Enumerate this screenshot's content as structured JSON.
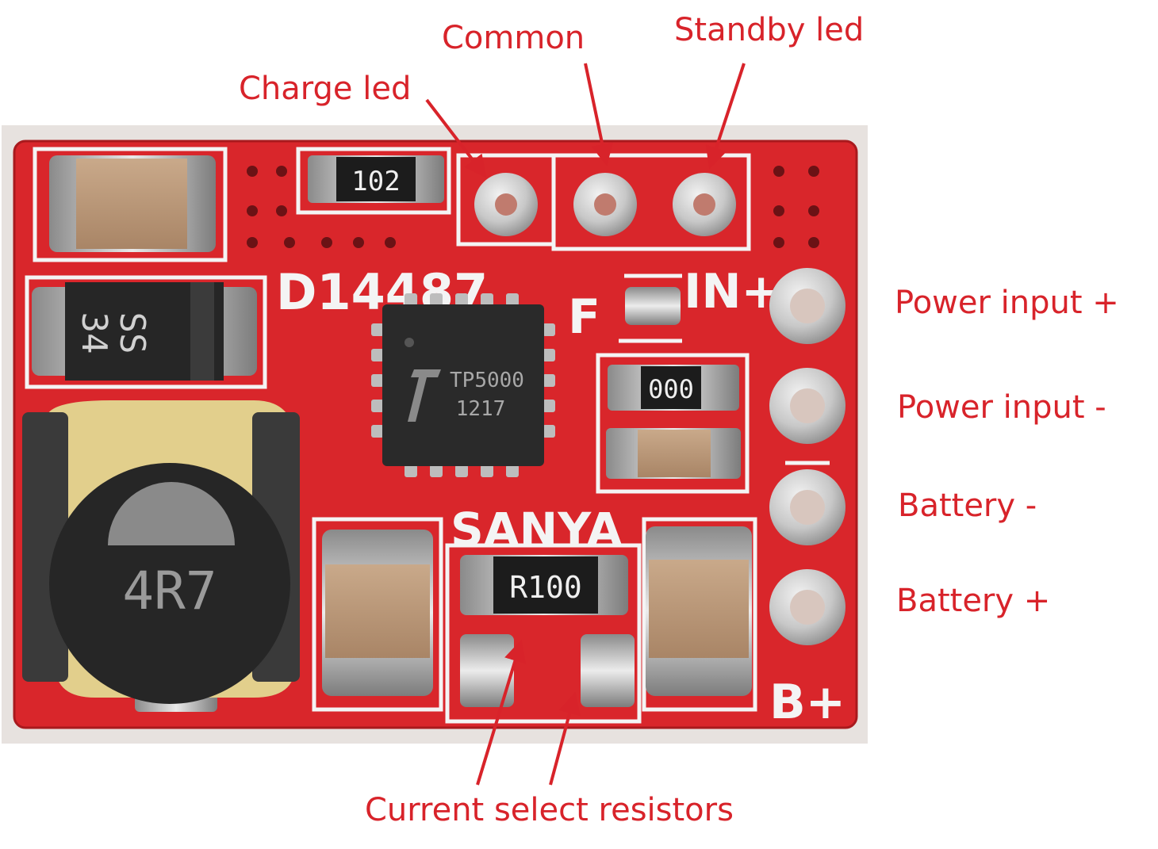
{
  "board": {
    "silkscreen": {
      "id_code": "D14487",
      "brand": "SANYA",
      "fuse_mark": "F",
      "input_mark": "IN+",
      "battery_mark": "B+"
    },
    "ic": {
      "part": "TP5000",
      "date_code": "1217"
    },
    "diode_marking": {
      "line1": "SS",
      "line2": "34"
    },
    "inductor_marking": "4R7",
    "resistor_top": "102",
    "resistor_mid": "000",
    "resistor_sense": "R100"
  },
  "callouts": {
    "common": "Common",
    "standby_led": "Standby led",
    "charge_led": "Charge led",
    "power_in_plus": "Power input +",
    "power_in_minus": "Power input -",
    "battery_minus": "Battery -",
    "battery_plus": "Battery +",
    "current_select": "Current select resistors"
  },
  "colors": {
    "pcb": "#d9262b",
    "label": "#d8232a",
    "silkscreen": "#f4f4f4"
  }
}
